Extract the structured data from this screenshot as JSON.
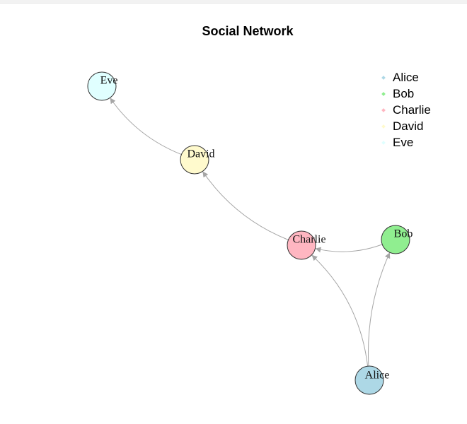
{
  "plot": {
    "title": "Social Network"
  },
  "nodes": [
    {
      "id": "alice",
      "label": "Alice",
      "color": "#add8e6"
    },
    {
      "id": "bob",
      "label": "Bob",
      "color": "#90ee90"
    },
    {
      "id": "charlie",
      "label": "Charlie",
      "color": "#ffb6c1"
    },
    {
      "id": "david",
      "label": "David",
      "color": "#fffacd"
    },
    {
      "id": "eve",
      "label": "Eve",
      "color": "#e0ffff"
    }
  ],
  "edges": [
    {
      "from": "alice",
      "to": "charlie"
    },
    {
      "from": "alice",
      "to": "bob"
    },
    {
      "from": "bob",
      "to": "charlie"
    },
    {
      "from": "charlie",
      "to": "david"
    },
    {
      "from": "david",
      "to": "eve"
    }
  ],
  "edge_color": "#a6a6a6",
  "node_border_color": "#333333",
  "legend": {
    "items": [
      {
        "label": "Alice",
        "color": "#add8e6"
      },
      {
        "label": "Bob",
        "color": "#90ee90"
      },
      {
        "label": "Charlie",
        "color": "#ffb6c1"
      },
      {
        "label": "David",
        "color": "#fffacd"
      },
      {
        "label": "Eve",
        "color": "#e0ffff"
      }
    ]
  }
}
